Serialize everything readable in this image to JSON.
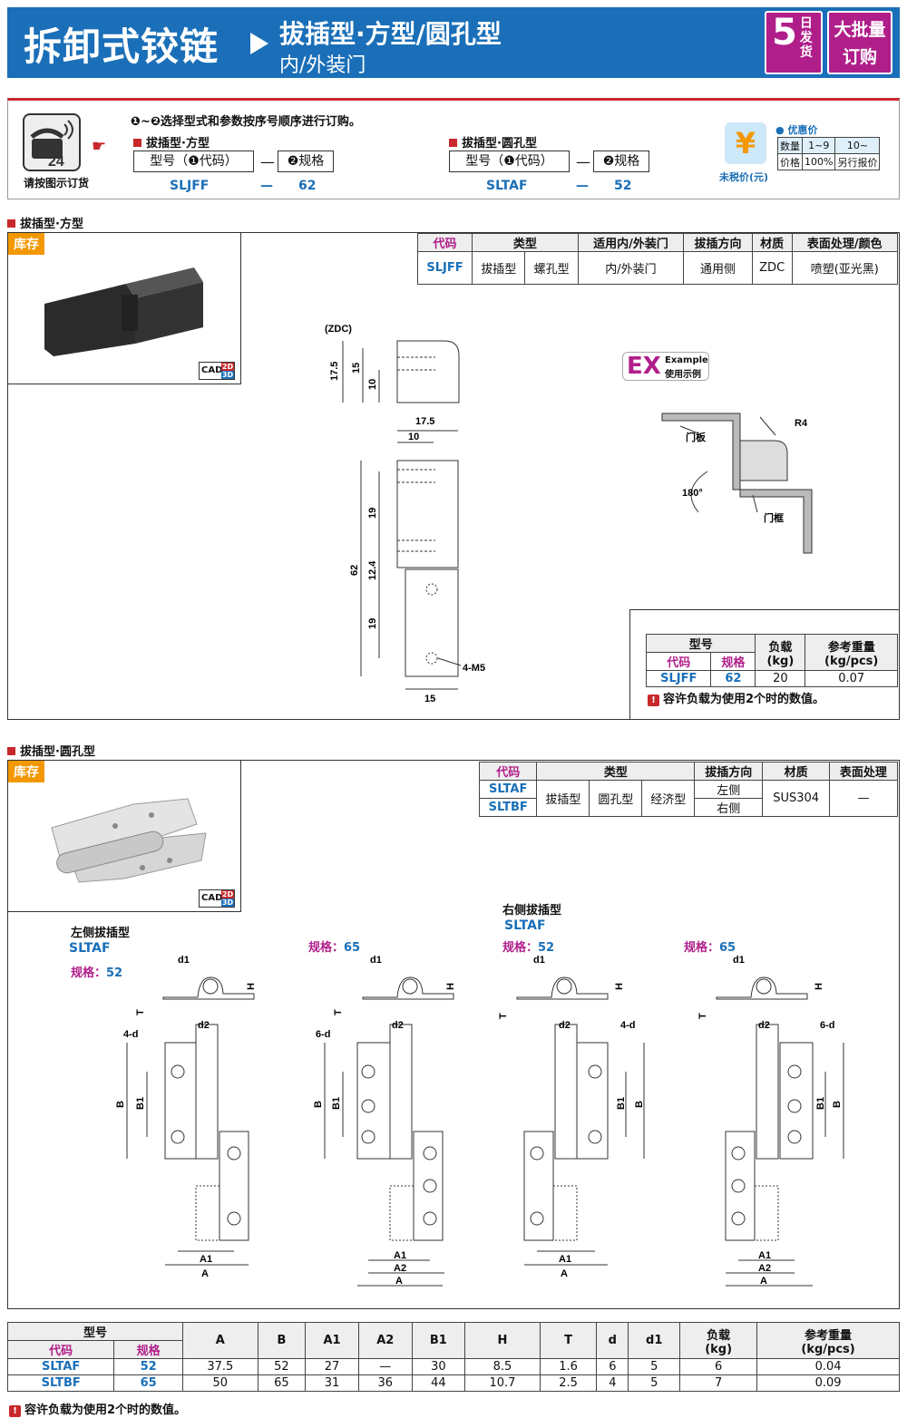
{
  "header": {
    "title": "拆卸式铰链",
    "subtitle": "拔插型·方型/圆孔型",
    "subtitle2": "内/外装门",
    "badge_days": "5",
    "badge_days_label": "日发货",
    "badge_bulk_1": "大批量",
    "badge_bulk_2": "订购"
  },
  "order": {
    "phone_label": "请按图示订货",
    "instruction": "❶~❷选择型式和参数按序号顺序进行订购。",
    "left_title": "拔插型·方型",
    "right_title": "拔插型·圆孔型",
    "model_label": "型号（❶代码）",
    "spec_label": "❷规格",
    "dash": "—",
    "left_code": "SLJFF",
    "left_spec": "62",
    "right_code": "SLTAF",
    "right_spec": "52",
    "price_label": "未税价(元)",
    "discount_title": "优惠价",
    "qty_label": "数量",
    "qty_1": "1~9",
    "qty_2": "10~",
    "price_row": "价格",
    "price_1": "100%",
    "price_2": "另行报价"
  },
  "sec1": {
    "title": "拔插型·方型",
    "stock": "库存",
    "cad": "CAD",
    "cad2": "2D",
    "cad3": "3D",
    "headers": [
      "代码",
      "类型",
      "适用内/外装门",
      "拔插方向",
      "材质",
      "表面处理/颜色"
    ],
    "row": [
      "SLJFF",
      "拔插型",
      "螺孔型",
      "内/外装门",
      "通用侧",
      "ZDC",
      "喷塑(亚光黑)"
    ],
    "dims": {
      "zdc": "(ZDC)",
      "d175": "17.5",
      "d15": "15",
      "d10": "10",
      "d175b": "17.5",
      "d10b": "10",
      "d19": "19",
      "d62": "62",
      "d124": "12.4",
      "d19b": "19",
      "m5": "4-M5",
      "d15b": "15"
    },
    "ex": {
      "ex": "EX",
      "example": "Example",
      "cn": "使用示例",
      "r4": "R4",
      "door": "门板",
      "frame": "门框",
      "angle": "180°"
    },
    "table": {
      "h_model": "型号",
      "h_code": "代码",
      "h_spec": "规格",
      "h_load": "负载",
      "h_load_u": "(kg)",
      "h_w": "参考重量",
      "h_w_u": "(kg/pcs)",
      "code": "SLJFF",
      "spec": "62",
      "load": "20",
      "weight": "0.07"
    },
    "note": "容许负载为使用2个时的数值。"
  },
  "sec2": {
    "title": "拔插型·圆孔型",
    "stock": "库存",
    "headers": [
      "代码",
      "类型",
      "拔插方向",
      "材质",
      "表面处理"
    ],
    "codes": [
      "SLTAF",
      "SLTBF"
    ],
    "types": [
      "拔插型",
      "圆孔型",
      "经济型"
    ],
    "dirs": [
      "左侧",
      "右侧"
    ],
    "material": "SUS304",
    "surface": "—",
    "left_title": "左侧拔插型",
    "right_title": "右侧拔插型",
    "code_a": "SLTAF",
    "spec_label": "规格：",
    "s52": "52",
    "s65": "65",
    "labels": {
      "d1": "d1",
      "d2": "d2",
      "H": "H",
      "T": "T",
      "B": "B",
      "B1": "B1",
      "A": "A",
      "A1": "A1",
      "A2": "A2",
      "n4": "4-d",
      "n6": "6-d"
    }
  },
  "bottom": {
    "h_model": "型号",
    "h_code": "代码",
    "h_spec": "规格",
    "cols": [
      "A",
      "B",
      "A1",
      "A2",
      "B1",
      "H",
      "T",
      "d",
      "d1"
    ],
    "h_load": "负载",
    "h_load_u": "(kg)",
    "h_w": "参考重量",
    "h_w_u": "(kg/pcs)",
    "rows": [
      [
        "SLTAF",
        "52",
        "37.5",
        "52",
        "27",
        "—",
        "30",
        "8.5",
        "1.6",
        "6",
        "5",
        "6",
        "0.04"
      ],
      [
        "SLTBF",
        "65",
        "50",
        "65",
        "31",
        "36",
        "44",
        "10.7",
        "2.5",
        "4",
        "5",
        "7",
        "0.09"
      ]
    ],
    "note": "容许负载为使用2个时的数值。"
  }
}
